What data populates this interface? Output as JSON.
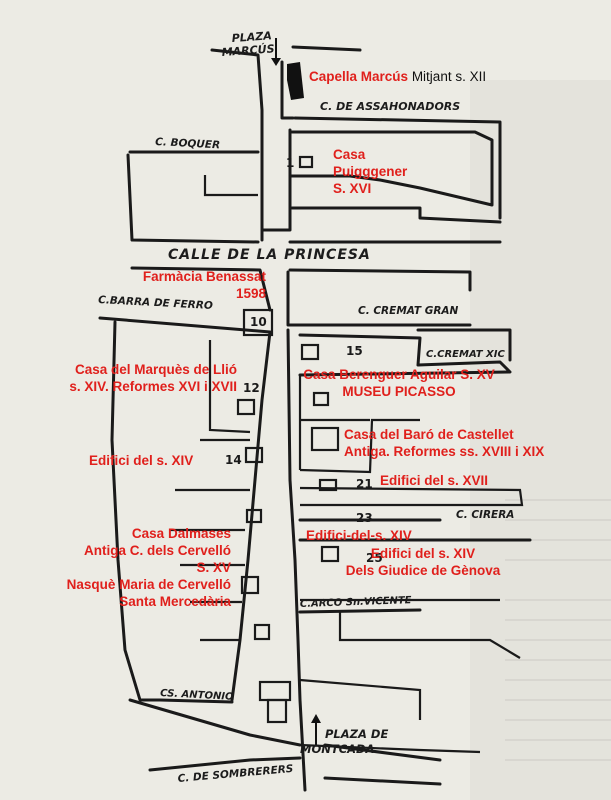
{
  "streets": {
    "plaza_marcus": [
      "PLAZA",
      "MARCÚS"
    ],
    "assahonadors": "C. DE ASSAHONADORS",
    "boquer": "C. BOQUER",
    "princesa": "CALLE   DE   LA   PRINCESA",
    "barra_de_ferro": "C.BARRA DE FERRO",
    "cremat_gran": "C. CREMAT GRAN",
    "cremat_xic": "C.CREMAT XIC",
    "cirera": "C. CIRERA",
    "arco_san_vicente": "C.ARCO Sn.VICENTE",
    "sant_antonio": "CS. ANTONIO",
    "plaza_montcada": [
      "PLAZA DE",
      "MONTCADA"
    ],
    "sombrerers": "C. DE SOMBRERERS"
  },
  "numbers": [
    "1",
    "10",
    "12",
    "14",
    "15",
    "21",
    "23",
    "25"
  ],
  "annotations": {
    "capella": {
      "name": "Capella Marcús",
      "date": "Mitjant s. XII"
    },
    "puigggener": [
      "Casa",
      "Puigggener",
      "S. XVI"
    ],
    "farmacia": [
      "Farmàcia Benassat",
      "1598"
    ],
    "llio": [
      "Casa del Marquès de Llió",
      "s. XIV. Reformes XVI i XVII"
    ],
    "berenguer": [
      "Casa Berenguer Aguilar S. XV",
      "MUSEU PICASSO"
    ],
    "castellet": [
      "Casa del Baró de Castellet",
      "Antiga. Reformes ss. XVIII i XIX"
    ],
    "xiv_left": "Edifici del s. XIV",
    "xvii": "Edifici del s. XVII",
    "dalmases": [
      "Casa Dalmases",
      "Antiga C. dels Cervelló",
      "S. XV",
      "Nasquè Maria de Cervelló",
      "Santa Mercedària"
    ],
    "xiv_mid": "Edifici-del-s. XIV",
    "giudice": [
      "Edifici del s. XIV",
      "Dels Giudice de Gènova"
    ]
  },
  "colors": {
    "annotation": "#e0201c",
    "ink": "#1a1a1a",
    "paper": "#ecebe4"
  }
}
